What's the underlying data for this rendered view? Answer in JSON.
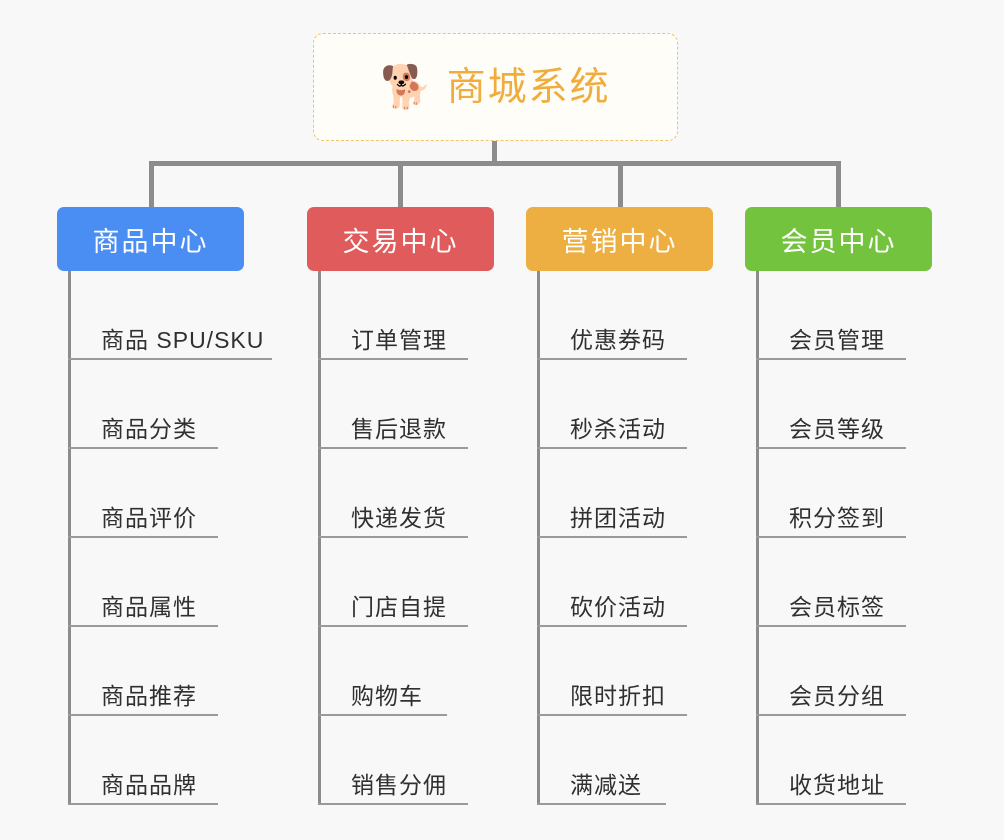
{
  "root": {
    "icon": "shiba-dog-face-icon",
    "emoji": "🐕",
    "title": "商城系统",
    "color": "#f0ad3e",
    "border_color": "#f0c36b",
    "background": "#fffdf8"
  },
  "canvas": {
    "background": "#f8f8f8",
    "line_color": "#8c8c8c",
    "rule_color": "#9a9a9a",
    "text_color": "#303030"
  },
  "categories": [
    {
      "label": "商品中心",
      "color": "#4a8df3",
      "items": [
        {
          "label": "商品 SPU/SKU",
          "rule_width": 204
        },
        {
          "label": "商品分类",
          "rule_width": 150
        },
        {
          "label": "商品评价",
          "rule_width": 150
        },
        {
          "label": "商品属性",
          "rule_width": 150
        },
        {
          "label": "商品推荐",
          "rule_width": 150
        },
        {
          "label": "商品品牌",
          "rule_width": 150
        }
      ]
    },
    {
      "label": "交易中心",
      "color": "#e05c5c",
      "items": [
        {
          "label": "订单管理",
          "rule_width": 150
        },
        {
          "label": "售后退款",
          "rule_width": 150
        },
        {
          "label": "快递发货",
          "rule_width": 150
        },
        {
          "label": "门店自提",
          "rule_width": 150
        },
        {
          "label": "购物车",
          "rule_width": 129
        },
        {
          "label": "销售分佣",
          "rule_width": 150
        }
      ]
    },
    {
      "label": "营销中心",
      "color": "#edae42",
      "items": [
        {
          "label": "优惠券码",
          "rule_width": 150
        },
        {
          "label": "秒杀活动",
          "rule_width": 150
        },
        {
          "label": "拼团活动",
          "rule_width": 150
        },
        {
          "label": "砍价活动",
          "rule_width": 150
        },
        {
          "label": "限时折扣",
          "rule_width": 150
        },
        {
          "label": "满减送",
          "rule_width": 129
        }
      ]
    },
    {
      "label": "会员中心",
      "color": "#73c33e",
      "items": [
        {
          "label": "会员管理",
          "rule_width": 150
        },
        {
          "label": "会员等级",
          "rule_width": 150
        },
        {
          "label": "积分签到",
          "rule_width": 150
        },
        {
          "label": "会员标签",
          "rule_width": 150
        },
        {
          "label": "会员分组",
          "rule_width": 150
        },
        {
          "label": "收货地址",
          "rule_width": 150
        }
      ]
    }
  ]
}
